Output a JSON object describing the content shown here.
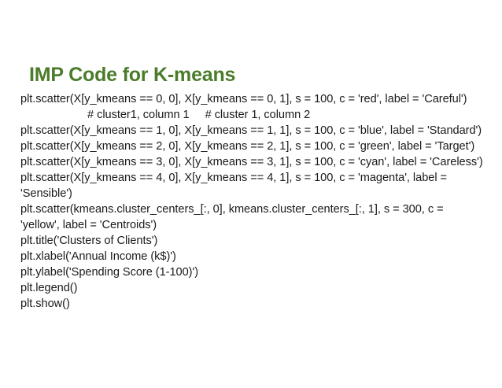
{
  "slide": {
    "title": "IMP Code for K-means",
    "title_color": "#4a7c2a",
    "background_color": "#ffffff",
    "text_color": "#1a1a1a"
  },
  "code": {
    "lines": [
      {
        "id": "line-cluster0",
        "text": "plt.scatter(X[y_kmeans == 0, 0], X[y_kmeans == 0, 1], s = 100, c = 'red', label = 'Careful')",
        "indent": false
      },
      {
        "id": "line-comment",
        "text": "# cluster1, column 1     # cluster 1, column 2",
        "indent": true
      },
      {
        "id": "line-cluster1",
        "text": "plt.scatter(X[y_kmeans == 1, 0], X[y_kmeans == 1, 1], s = 100, c = 'blue', label = 'Standard')",
        "indent": false
      },
      {
        "id": "line-cluster2",
        "text": "plt.scatter(X[y_kmeans == 2, 0], X[y_kmeans == 2, 1], s = 100, c = 'green', label = 'Target')",
        "indent": false
      },
      {
        "id": "line-cluster3",
        "text": "plt.scatter(X[y_kmeans == 3, 0], X[y_kmeans == 3, 1], s = 100, c = 'cyan', label = 'Careless')",
        "indent": false
      },
      {
        "id": "line-cluster4a",
        "text": "plt.scatter(X[y_kmeans == 4, 0], X[y_kmeans == 4, 1], s = 100, c = 'magenta', label =",
        "indent": false
      },
      {
        "id": "line-cluster4b",
        "text": "'Sensible')",
        "indent": false
      },
      {
        "id": "line-centroids-a",
        "text": "plt.scatter(kmeans.cluster_centers_[:, 0], kmeans.cluster_centers_[:, 1], s = 300, c =",
        "indent": false
      },
      {
        "id": "line-centroids-b",
        "text": "'yellow', label = 'Centroids')",
        "indent": false
      },
      {
        "id": "line-title",
        "text": "plt.title('Clusters of Clients')",
        "indent": false
      },
      {
        "id": "line-xlabel",
        "text": "plt.xlabel('Annual Income (k$)')",
        "indent": false
      },
      {
        "id": "line-ylabel",
        "text": "plt.ylabel('Spending Score (1-100)')",
        "indent": false
      },
      {
        "id": "line-legend",
        "text": "plt.legend()",
        "indent": false
      },
      {
        "id": "line-show",
        "text": "plt.show()",
        "indent": false
      }
    ]
  }
}
